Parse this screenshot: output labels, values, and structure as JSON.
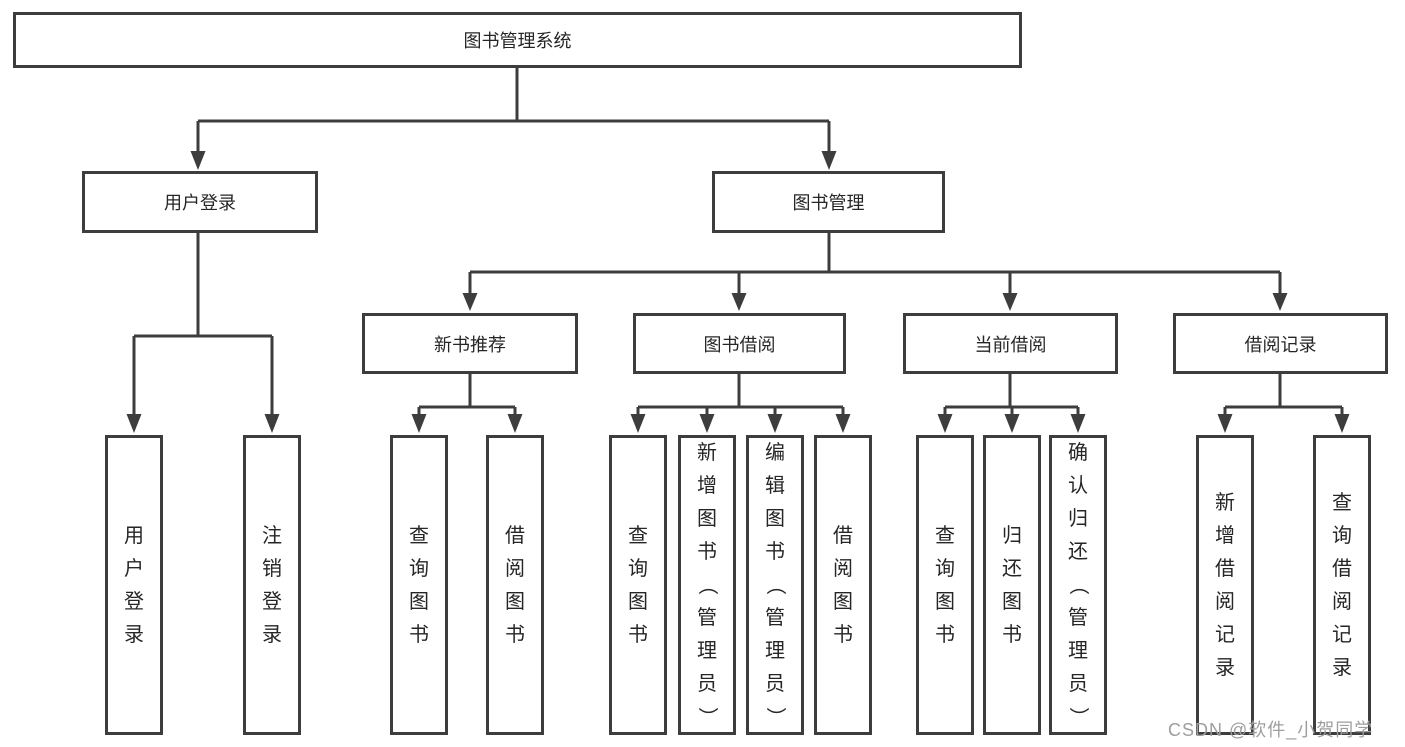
{
  "diagram": {
    "root": {
      "label": "图书管理系统"
    },
    "branches": [
      {
        "label": "用户登录",
        "children": [
          "用户登录",
          "注销登录"
        ]
      },
      {
        "label": "图书管理",
        "sections": [
          {
            "label": "新书推荐",
            "children": [
              "查询图书",
              "借阅图书"
            ]
          },
          {
            "label": "图书借阅",
            "children": [
              "查询图书",
              "新增图书（管理员）",
              "编辑图书（管理员）",
              "借阅图书"
            ]
          },
          {
            "label": "当前借阅",
            "children": [
              "查询图书",
              "归还图书",
              "确认归还（管理员）"
            ]
          },
          {
            "label": "借阅记录",
            "children": [
              "新增借阅记录",
              "查询借阅记录"
            ]
          }
        ]
      }
    ]
  },
  "watermark": {
    "text": "CSDN @软件_小贺同学"
  },
  "colors": {
    "line": "#3d3d3d",
    "text": "#262626",
    "background": "#ffffff",
    "watermark": "#9e9e9e"
  }
}
